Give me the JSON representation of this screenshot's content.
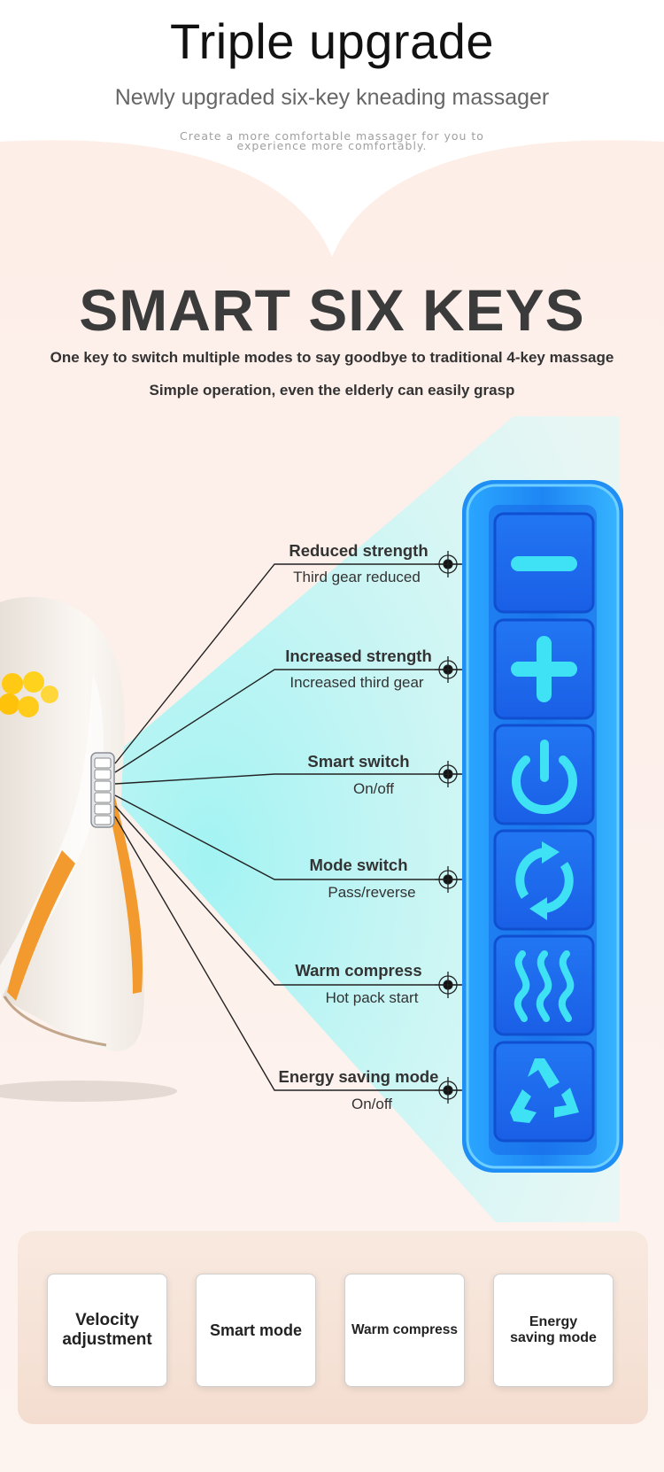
{
  "header": {
    "title": "Triple upgrade",
    "subtitle": "Newly upgraded six-key kneading massager",
    "tagline_line1": "Create a more comfortable massager for you to",
    "tagline_line2": "experience more comfortably."
  },
  "intro": {
    "heading": "SMART SIX KEYS",
    "line1": "One key to switch multiple modes to say goodbye to traditional 4-key massage",
    "line2": "Simple operation, even the elderly can easily grasp"
  },
  "keys": [
    {
      "title": "Reduced strength",
      "subtitle": "Third gear reduced",
      "icon": "minus-icon"
    },
    {
      "title": "Increased strength",
      "subtitle": "Increased third gear",
      "icon": "plus-icon"
    },
    {
      "title": "Smart switch",
      "subtitle": "On/off",
      "icon": "power-icon"
    },
    {
      "title": "Mode switch",
      "subtitle": "Pass/reverse",
      "icon": "cycle-arrows-icon"
    },
    {
      "title": "Warm compress",
      "subtitle": "Hot pack start",
      "icon": "heat-waves-icon"
    },
    {
      "title": "Energy saving mode",
      "subtitle": "On/off",
      "icon": "recycle-icon"
    }
  ],
  "features": [
    {
      "line1": "Velocity",
      "line2": "adjustment"
    },
    {
      "line1": "Smart mode",
      "line2": ""
    },
    {
      "line1": "Warm compress",
      "line2": ""
    },
    {
      "line1": "Energy",
      "line2": "saving mode"
    }
  ],
  "colors": {
    "background_pink": "#fdf0eb",
    "accent_blue": "#1f8ef5",
    "key_blue": "#1a6ff0",
    "icon_cyan": "#3fe1f5",
    "beam_cyan": "#b8f6f6"
  }
}
